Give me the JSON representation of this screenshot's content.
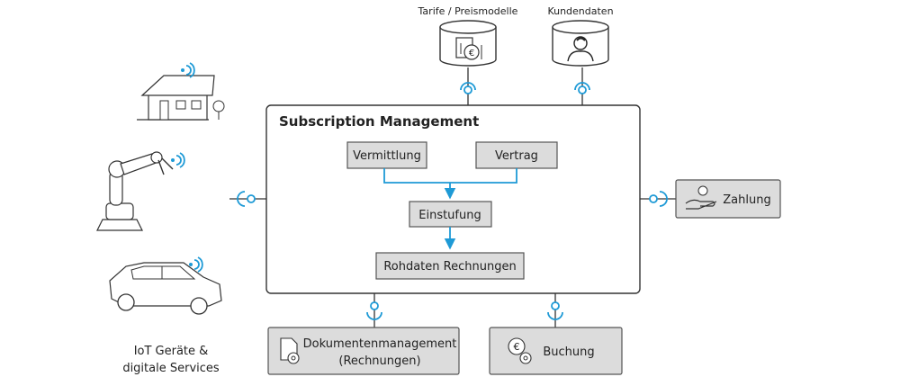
{
  "colors": {
    "accent": "#1e9ad6",
    "box_fill": "#dcdcdc",
    "box_stroke": "#555555",
    "line": "#333333"
  },
  "databases": {
    "tariffs": {
      "label": "Tarife / Preismodelle",
      "icon": "euro-document-icon"
    },
    "customers": {
      "label": "Kundendaten",
      "icon": "person-icon"
    }
  },
  "subscription": {
    "title": "Subscription Management",
    "mediation": "Vermittlung",
    "contract": "Vertrag",
    "classification": "Einstufung",
    "raw_invoices": "Rohdaten Rechnungen"
  },
  "payment": {
    "label": "Zahlung",
    "icon": "hand-coin-icon"
  },
  "document_management": {
    "line1": "Dokumentenmanagement",
    "line2": "(Rechnungen)",
    "icon": "document-gear-icon"
  },
  "booking": {
    "label": "Buchung",
    "icon": "euro-gear-icon"
  },
  "iot": {
    "line1": "IoT Geräte &",
    "line2": "digitale Services",
    "devices": [
      "house-icon",
      "robot-arm-icon",
      "car-icon"
    ]
  }
}
